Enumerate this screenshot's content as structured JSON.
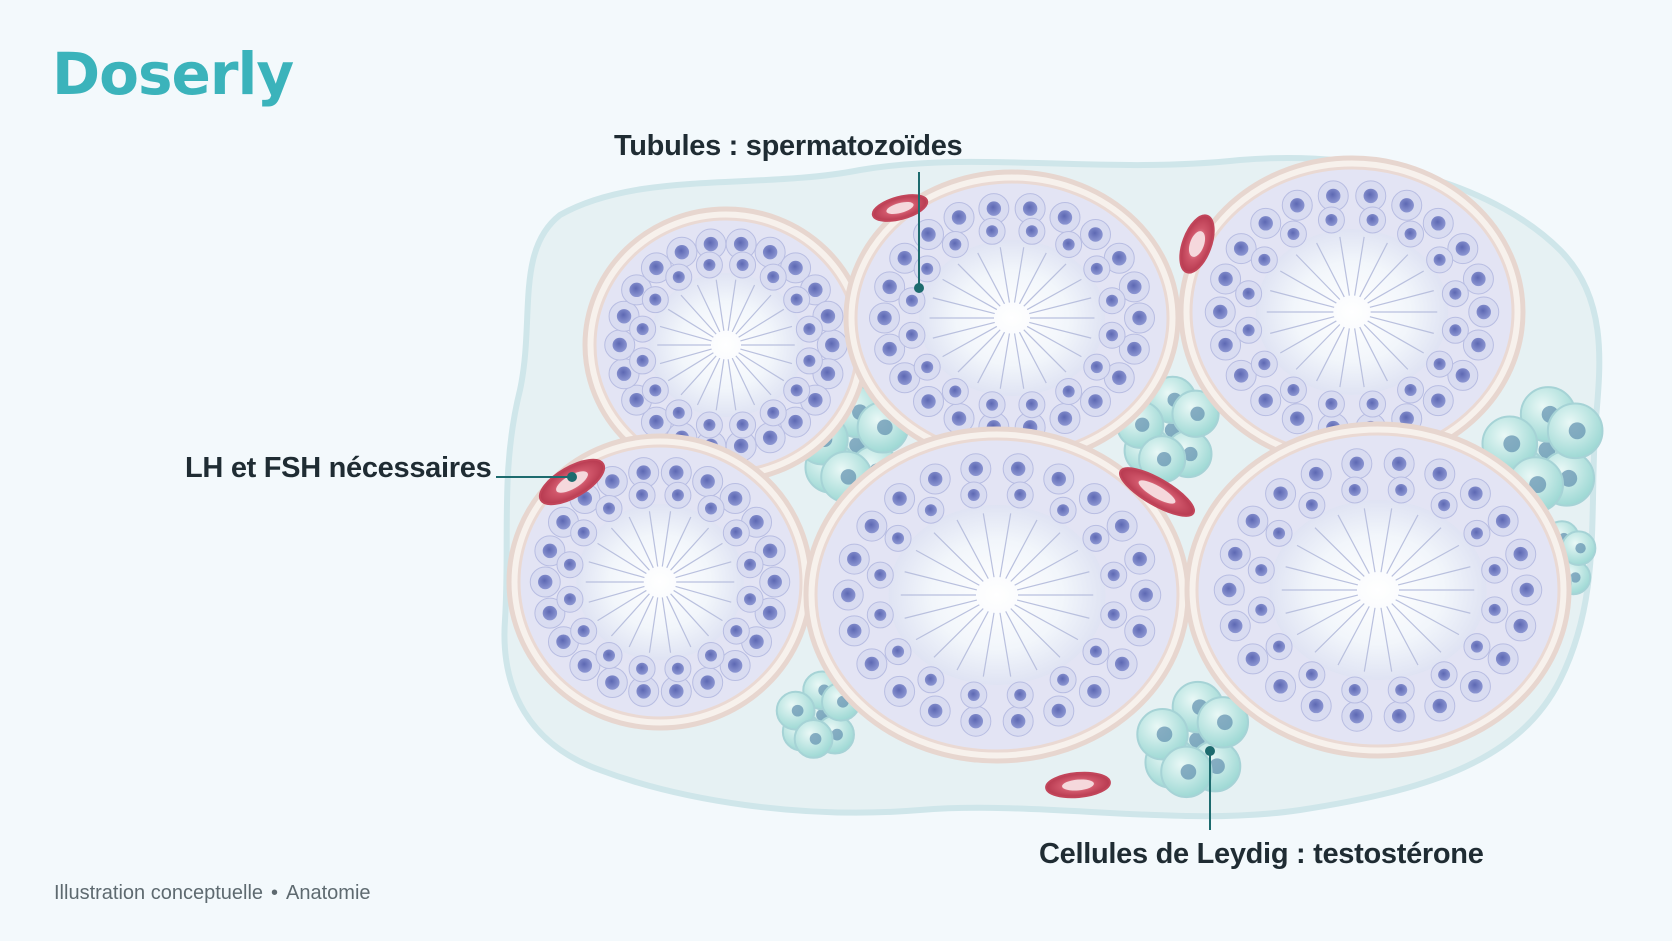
{
  "brand": "Doserly",
  "labels": {
    "tubules": "Tubules : spermatozoïdes",
    "hormones": "LH et FSH nécessaires",
    "leydig": "Cellules de Leydig : testostérone"
  },
  "footer": {
    "category": "Illustration conceptuelle",
    "separator": "•",
    "topic": "Anatomie"
  },
  "colors": {
    "brand": "#3bb3bb",
    "label_text": "#1f2c33",
    "leader_line": "#1d6b6e",
    "tubule_cell": "#7b86c8",
    "leydig_cell": "#8fd4d0",
    "blood_vessel": "#c2455a",
    "background": "#f3f9fc"
  }
}
